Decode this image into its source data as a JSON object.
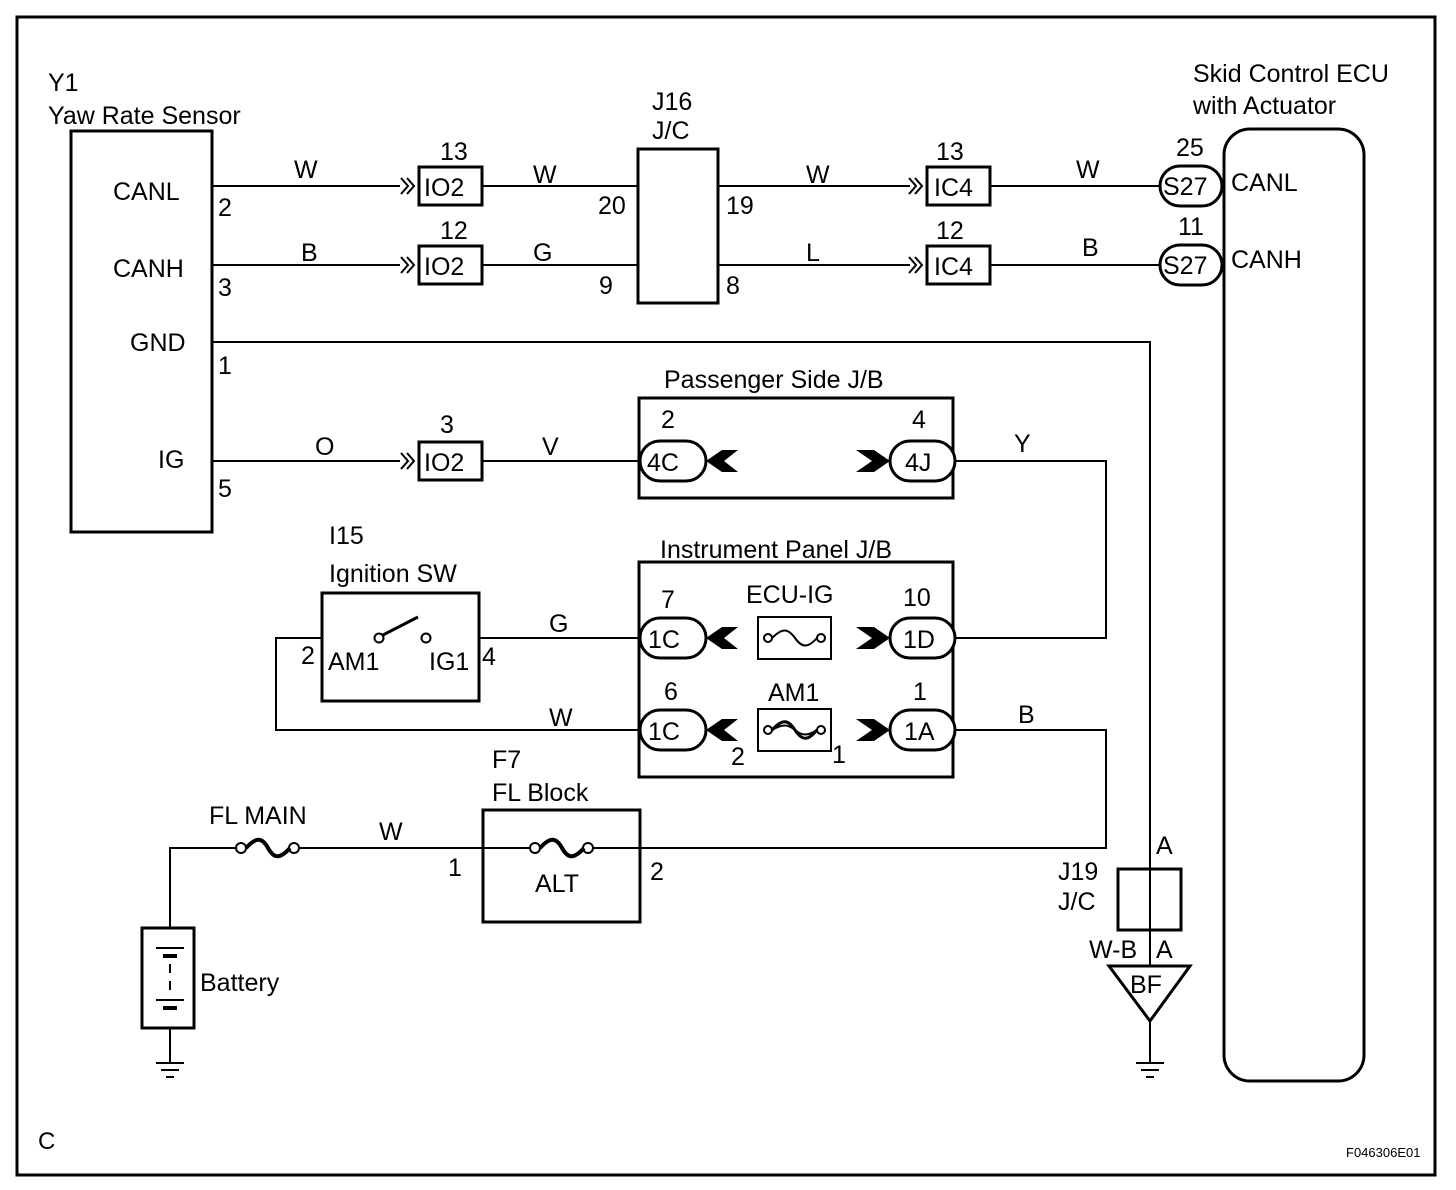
{
  "diagram": {
    "sensor": {
      "code": "Y1",
      "name": "Yaw Rate Sensor",
      "pins": [
        {
          "label": "CANL",
          "num": "2"
        },
        {
          "label": "CANH",
          "num": "3"
        },
        {
          "label": "GND",
          "num": "1"
        },
        {
          "label": "IG",
          "num": "5"
        }
      ]
    },
    "ecu": {
      "name_line1": "Skid Control ECU",
      "name_line2": "with Actuator",
      "pins": [
        {
          "label": "CANL",
          "num": "25",
          "conn": "S27"
        },
        {
          "label": "CANH",
          "num": "11",
          "conn": "S27"
        }
      ]
    },
    "j16": {
      "code": "J16",
      "type": "J/C",
      "pins": [
        "20",
        "19",
        "9",
        "8"
      ]
    },
    "connectors": [
      {
        "code": "IO2",
        "num": "13"
      },
      {
        "code": "IO2",
        "num": "12"
      },
      {
        "code": "IO2",
        "num": "3"
      },
      {
        "code": "IC4",
        "num": "13"
      },
      {
        "code": "IC4",
        "num": "12"
      }
    ],
    "wire_colors": [
      "W",
      "W",
      "W",
      "W",
      "B",
      "G",
      "L",
      "B",
      "O",
      "V",
      "Y",
      "G",
      "W",
      "B",
      "W",
      "W-B"
    ],
    "passenger_jb": {
      "name": "Passenger Side J/B",
      "left": {
        "conn": "4C",
        "num": "2"
      },
      "right": {
        "conn": "4J",
        "num": "4"
      }
    },
    "instrument_jb": {
      "name": "Instrument Panel J/B",
      "fuse1": {
        "name": "ECU-IG",
        "left": {
          "conn": "1C",
          "num": "7"
        },
        "right": {
          "conn": "1D",
          "num": "10"
        }
      },
      "fuse2": {
        "name": "AM1",
        "left": {
          "conn": "1C",
          "num": "6"
        },
        "right": {
          "conn": "1A",
          "num": "1"
        },
        "pin_left": "2",
        "pin_right": "1"
      }
    },
    "ignition": {
      "code": "I15",
      "name": "Ignition SW",
      "term1": "AM1",
      "term2": "IG1",
      "pin1": "2",
      "pin2": "4"
    },
    "fl_block": {
      "code": "F7",
      "name": "FL Block",
      "fuse": "ALT",
      "pin1": "1",
      "pin2": "2"
    },
    "fl_main": "FL MAIN",
    "battery": "Battery",
    "j19": {
      "code": "J19",
      "type": "J/C",
      "pin_top": "A",
      "pin_bottom": "A"
    },
    "ground": "BF",
    "corner_label": "C",
    "figure_code": "F046306E01"
  }
}
